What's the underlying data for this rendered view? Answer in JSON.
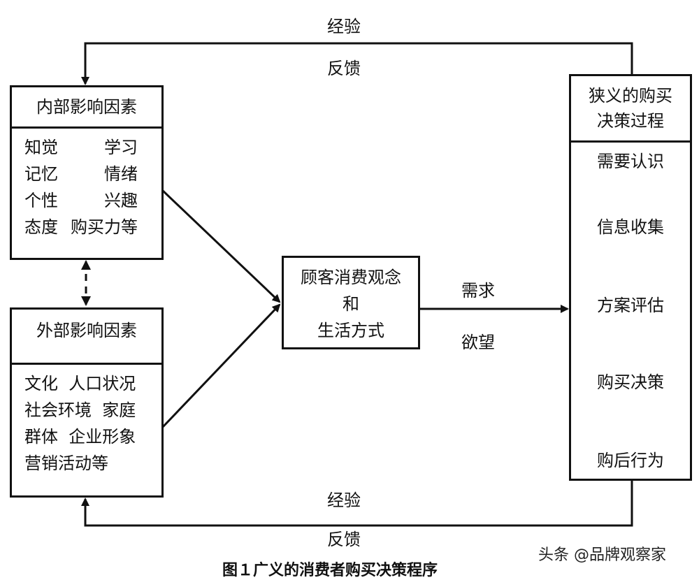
{
  "top_loop": {
    "label_top": "经验",
    "label_bottom": "反馈"
  },
  "bottom_loop": {
    "label_top": "经验",
    "label_bottom": "反馈"
  },
  "internal_factors": {
    "title": "内部影响因素",
    "rows": [
      [
        "知觉",
        "学习"
      ],
      [
        "记忆",
        "情绪"
      ],
      [
        "个性",
        "兴趣"
      ],
      [
        "态度",
        "购买力等"
      ]
    ]
  },
  "external_factors": {
    "title": "外部影响因素",
    "rows": [
      "文化  人口状况",
      "社会环境  家庭",
      "群体  企业形象",
      "营销活动等"
    ]
  },
  "center": {
    "line1": "顾客消费观念",
    "line2": "和",
    "line3": "生活方式"
  },
  "demand": {
    "label_top": "需求",
    "label_bottom": "欲望"
  },
  "narrow_process": {
    "title_line1": "狭义的购买",
    "title_line2": "决策过程",
    "steps": [
      "需要认识",
      "信息收集",
      "方案评估",
      "购买决策",
      "购后行为"
    ]
  },
  "caption": "图１广义的消费者购买决策程序",
  "watermark": "头条 @品牌观察家"
}
